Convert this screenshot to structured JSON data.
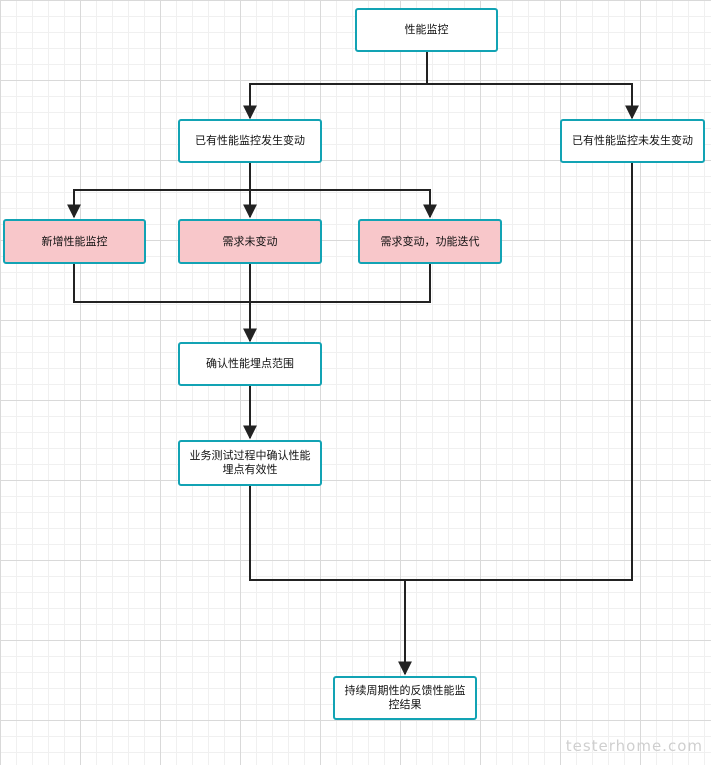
{
  "nodes": {
    "perf_monitor": "性能监控",
    "existing_changed": "已有性能监控发生变动",
    "existing_unchanged": "已有性能监控未发生变动",
    "new_monitor": "新增性能监控",
    "req_unchanged": "需求未变动",
    "req_changed": "需求变动，功能迭代",
    "confirm_scope": "确认性能埋点范围",
    "confirm_validity": "业务测试过程中确认性能埋点有效性",
    "feedback": "持续周期性的反馈性能监控结果"
  },
  "colors": {
    "border": "#12a3b4",
    "highlight_fill": "#f8c7ca",
    "connector": "#222222"
  },
  "watermark": "testerhome.com"
}
